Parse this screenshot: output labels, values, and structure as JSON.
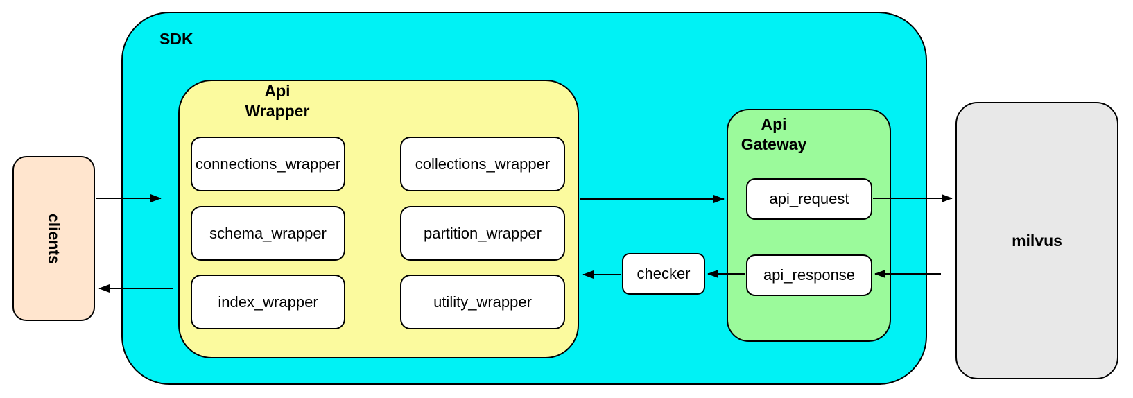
{
  "colors": {
    "canvas-bg": "#FFFFFF",
    "sdk-fill": "#00F2F5",
    "wrapper-fill": "#FBFA9E",
    "gateway-fill": "#9BFA9B",
    "clients-fill": "#FFE5CE",
    "milvus-fill": "#E8E8E8",
    "node-fill": "#FFFFFF",
    "stroke": "#000000"
  },
  "diagram": {
    "clients": {
      "label": "clients"
    },
    "sdk": {
      "label": "SDK",
      "api_wrapper": {
        "label": "Api\nWrapper",
        "nodes": {
          "connections": "connections_wrapper",
          "collections": "collections_wrapper",
          "schema": "schema_wrapper",
          "partition": "partition_wrapper",
          "index": "index_wrapper",
          "utility": "utility_wrapper"
        }
      },
      "checker": {
        "label": "checker"
      },
      "api_gateway": {
        "label": "Api\nGateway",
        "nodes": {
          "request": "api_request",
          "response": "api_response"
        }
      }
    },
    "milvus": {
      "label": "milvus"
    },
    "arrows": [
      {
        "from": "clients",
        "to": "sdk"
      },
      {
        "from": "sdk",
        "to": "clients"
      },
      {
        "from": "api_wrapper",
        "to": "api_gateway"
      },
      {
        "from": "api_request",
        "to": "milvus"
      },
      {
        "from": "milvus",
        "to": "api_response"
      },
      {
        "from": "api_response",
        "to": "checker"
      },
      {
        "from": "checker",
        "to": "api_wrapper"
      }
    ]
  }
}
